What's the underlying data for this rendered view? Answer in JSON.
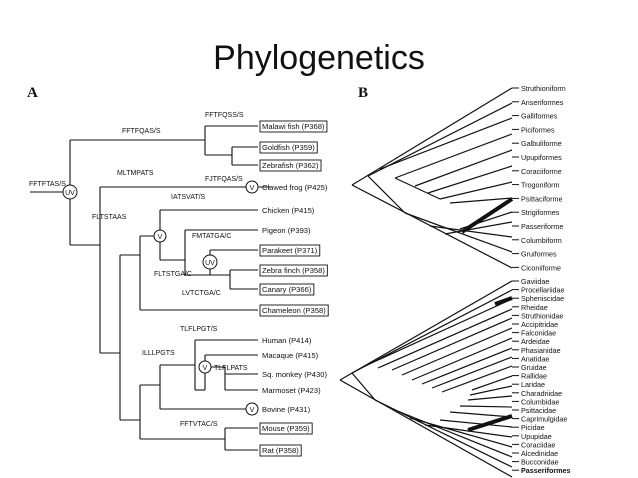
{
  "title": "Phylogenetics",
  "panel_a": {
    "letter": "A",
    "root_label": "FFTFTAS/S",
    "node_uv": "UV",
    "node_v": "V",
    "sequences": {
      "s1": "FFTFQSS/S",
      "s2": "FFTFQAS/S",
      "s3": "MLTMPATS",
      "s4": "FJTFQAS/S",
      "s5": "IATSVAT/S",
      "s6": "FLTSTAAS",
      "s7": "FMTATGA/C",
      "s8": "FLTSTGA/C",
      "s9": "LVTCTGA/C",
      "s10": "TLFLPGT/S",
      "s11": "ILLLPGTS",
      "s12": "TLFLPATS",
      "s13": "FFTVTAC/S"
    },
    "leaves": [
      {
        "label": "Malawi fish (P368)",
        "boxed": true
      },
      {
        "label": "Goldfish (P359)",
        "boxed": true
      },
      {
        "label": "Zebrafish (P362)",
        "boxed": true
      },
      {
        "label": "Clawed frog (P425)",
        "boxed": false
      },
      {
        "label": "Chicken (P415)",
        "boxed": false
      },
      {
        "label": "Pigeon (P393)",
        "boxed": false
      },
      {
        "label": "Parakeet (P371)",
        "boxed": true
      },
      {
        "label": "Zebra finch (P358)",
        "boxed": true
      },
      {
        "label": "Canary (P366)",
        "boxed": true
      },
      {
        "label": "Chameleon (P358)",
        "boxed": true
      },
      {
        "label": "Human (P414)",
        "boxed": false
      },
      {
        "label": "Macaque (P415)",
        "boxed": false
      },
      {
        "label": "Sq. monkey (P430)",
        "boxed": false
      },
      {
        "label": "Marmoset (P423)",
        "boxed": false
      },
      {
        "label": "Bovine (P431)",
        "boxed": false
      },
      {
        "label": "Mouse (P359)",
        "boxed": true
      },
      {
        "label": "Rat (P358)",
        "boxed": true
      }
    ]
  },
  "panel_b": {
    "letter": "B",
    "top_taxa": [
      "Struthioniform",
      "Anseriformes",
      "Galliformes",
      "Piciformes",
      "Galbuliforme",
      "Upupiformes",
      "Coraciiforme",
      "Trogoniform",
      "Psittaciforme",
      "Strigiformes",
      "Passeriforme",
      "Columbiform",
      "Gruiformes",
      "Ciconiiforme"
    ],
    "bottom_taxa": [
      "Gaviidae",
      "Procellariidae",
      "Spheniscidae",
      "Rheidae",
      "Struthionidae",
      "Accipitridae",
      "Falconidae",
      "Ardeidae",
      "Phasianidae",
      "Anatidae",
      "Gruidae",
      "Rallidae",
      "Laridae",
      "Charadriidae",
      "Columbidae",
      "Psittacidae",
      "Caprimulgidae",
      "Picidae",
      "Upupidae",
      "Coraciidae",
      "Alcedinidae",
      "Bucconidae",
      "Passeriformes"
    ]
  }
}
